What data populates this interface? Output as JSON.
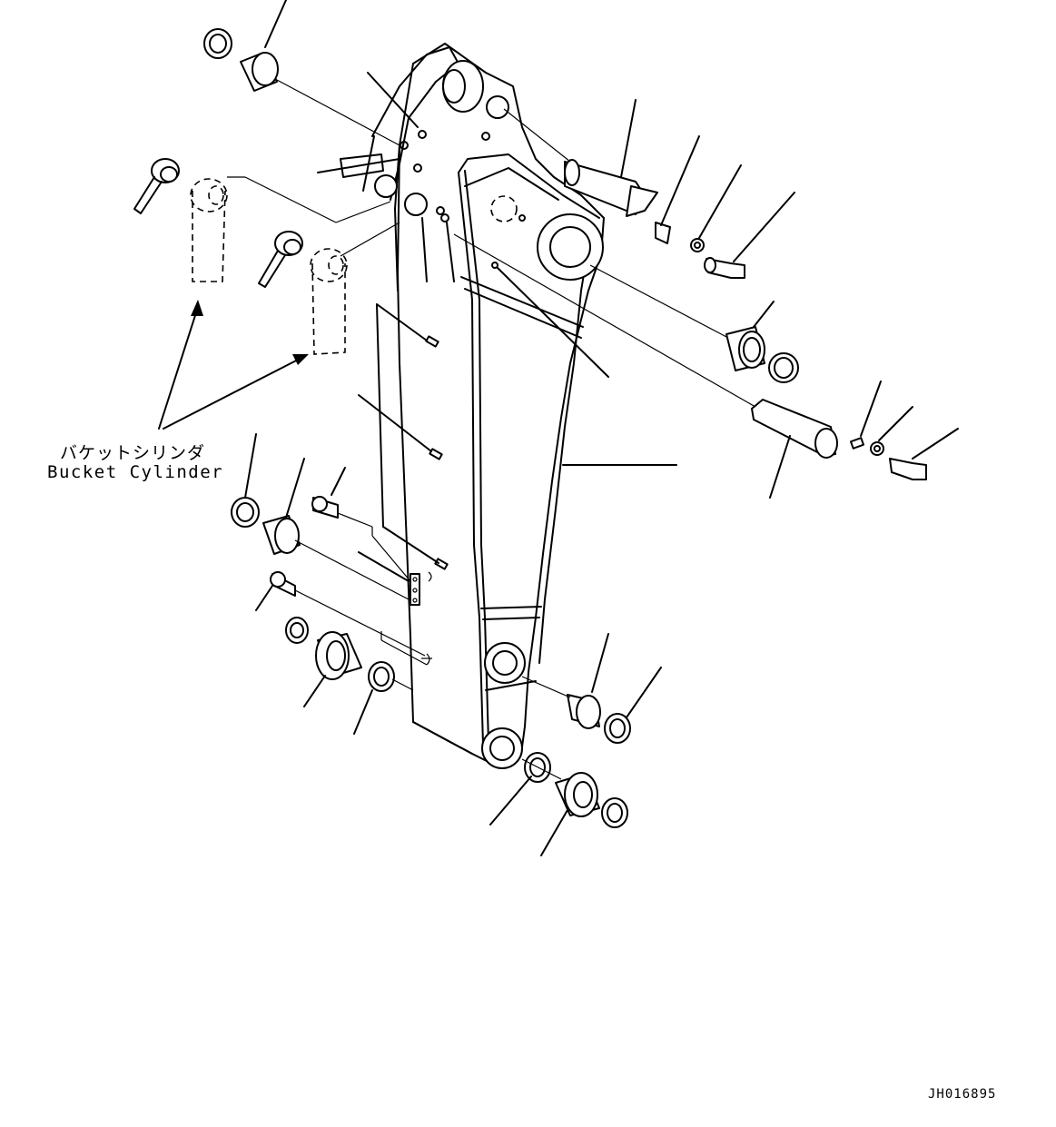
{
  "callout": {
    "japanese": "バケットシリンダ",
    "english": "Bucket Cylinder"
  },
  "drawing_id": "JH016895"
}
